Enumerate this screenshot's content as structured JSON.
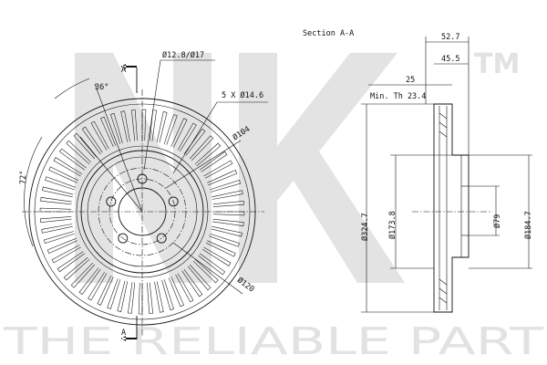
{
  "watermark": {
    "logo_text": "NK",
    "trademark": "TM",
    "tagline": "THE RELIABLE PART"
  },
  "front_view": {
    "section_marker": "A",
    "bolt_hole_label": "Ø12.8/Ø17",
    "bolt_pattern_label": "5 X Ø14.6",
    "pitch_circle_label": "Ø104",
    "hub_circle_label": "Ø120",
    "angle_36_label": "36°",
    "angle_72_label": "72°"
  },
  "section_view": {
    "title": "Section A-A",
    "total_height_label": "52.7",
    "hat_height_label": "45.5",
    "thickness_label": "25",
    "min_thickness_label": "Min. Th 23.4",
    "outer_diameter_label": "Ø324.7",
    "inner_diameter_label": "Ø173.8",
    "center_bore_label": "Ø79",
    "hat_diameter_label": "Ø184.7"
  }
}
